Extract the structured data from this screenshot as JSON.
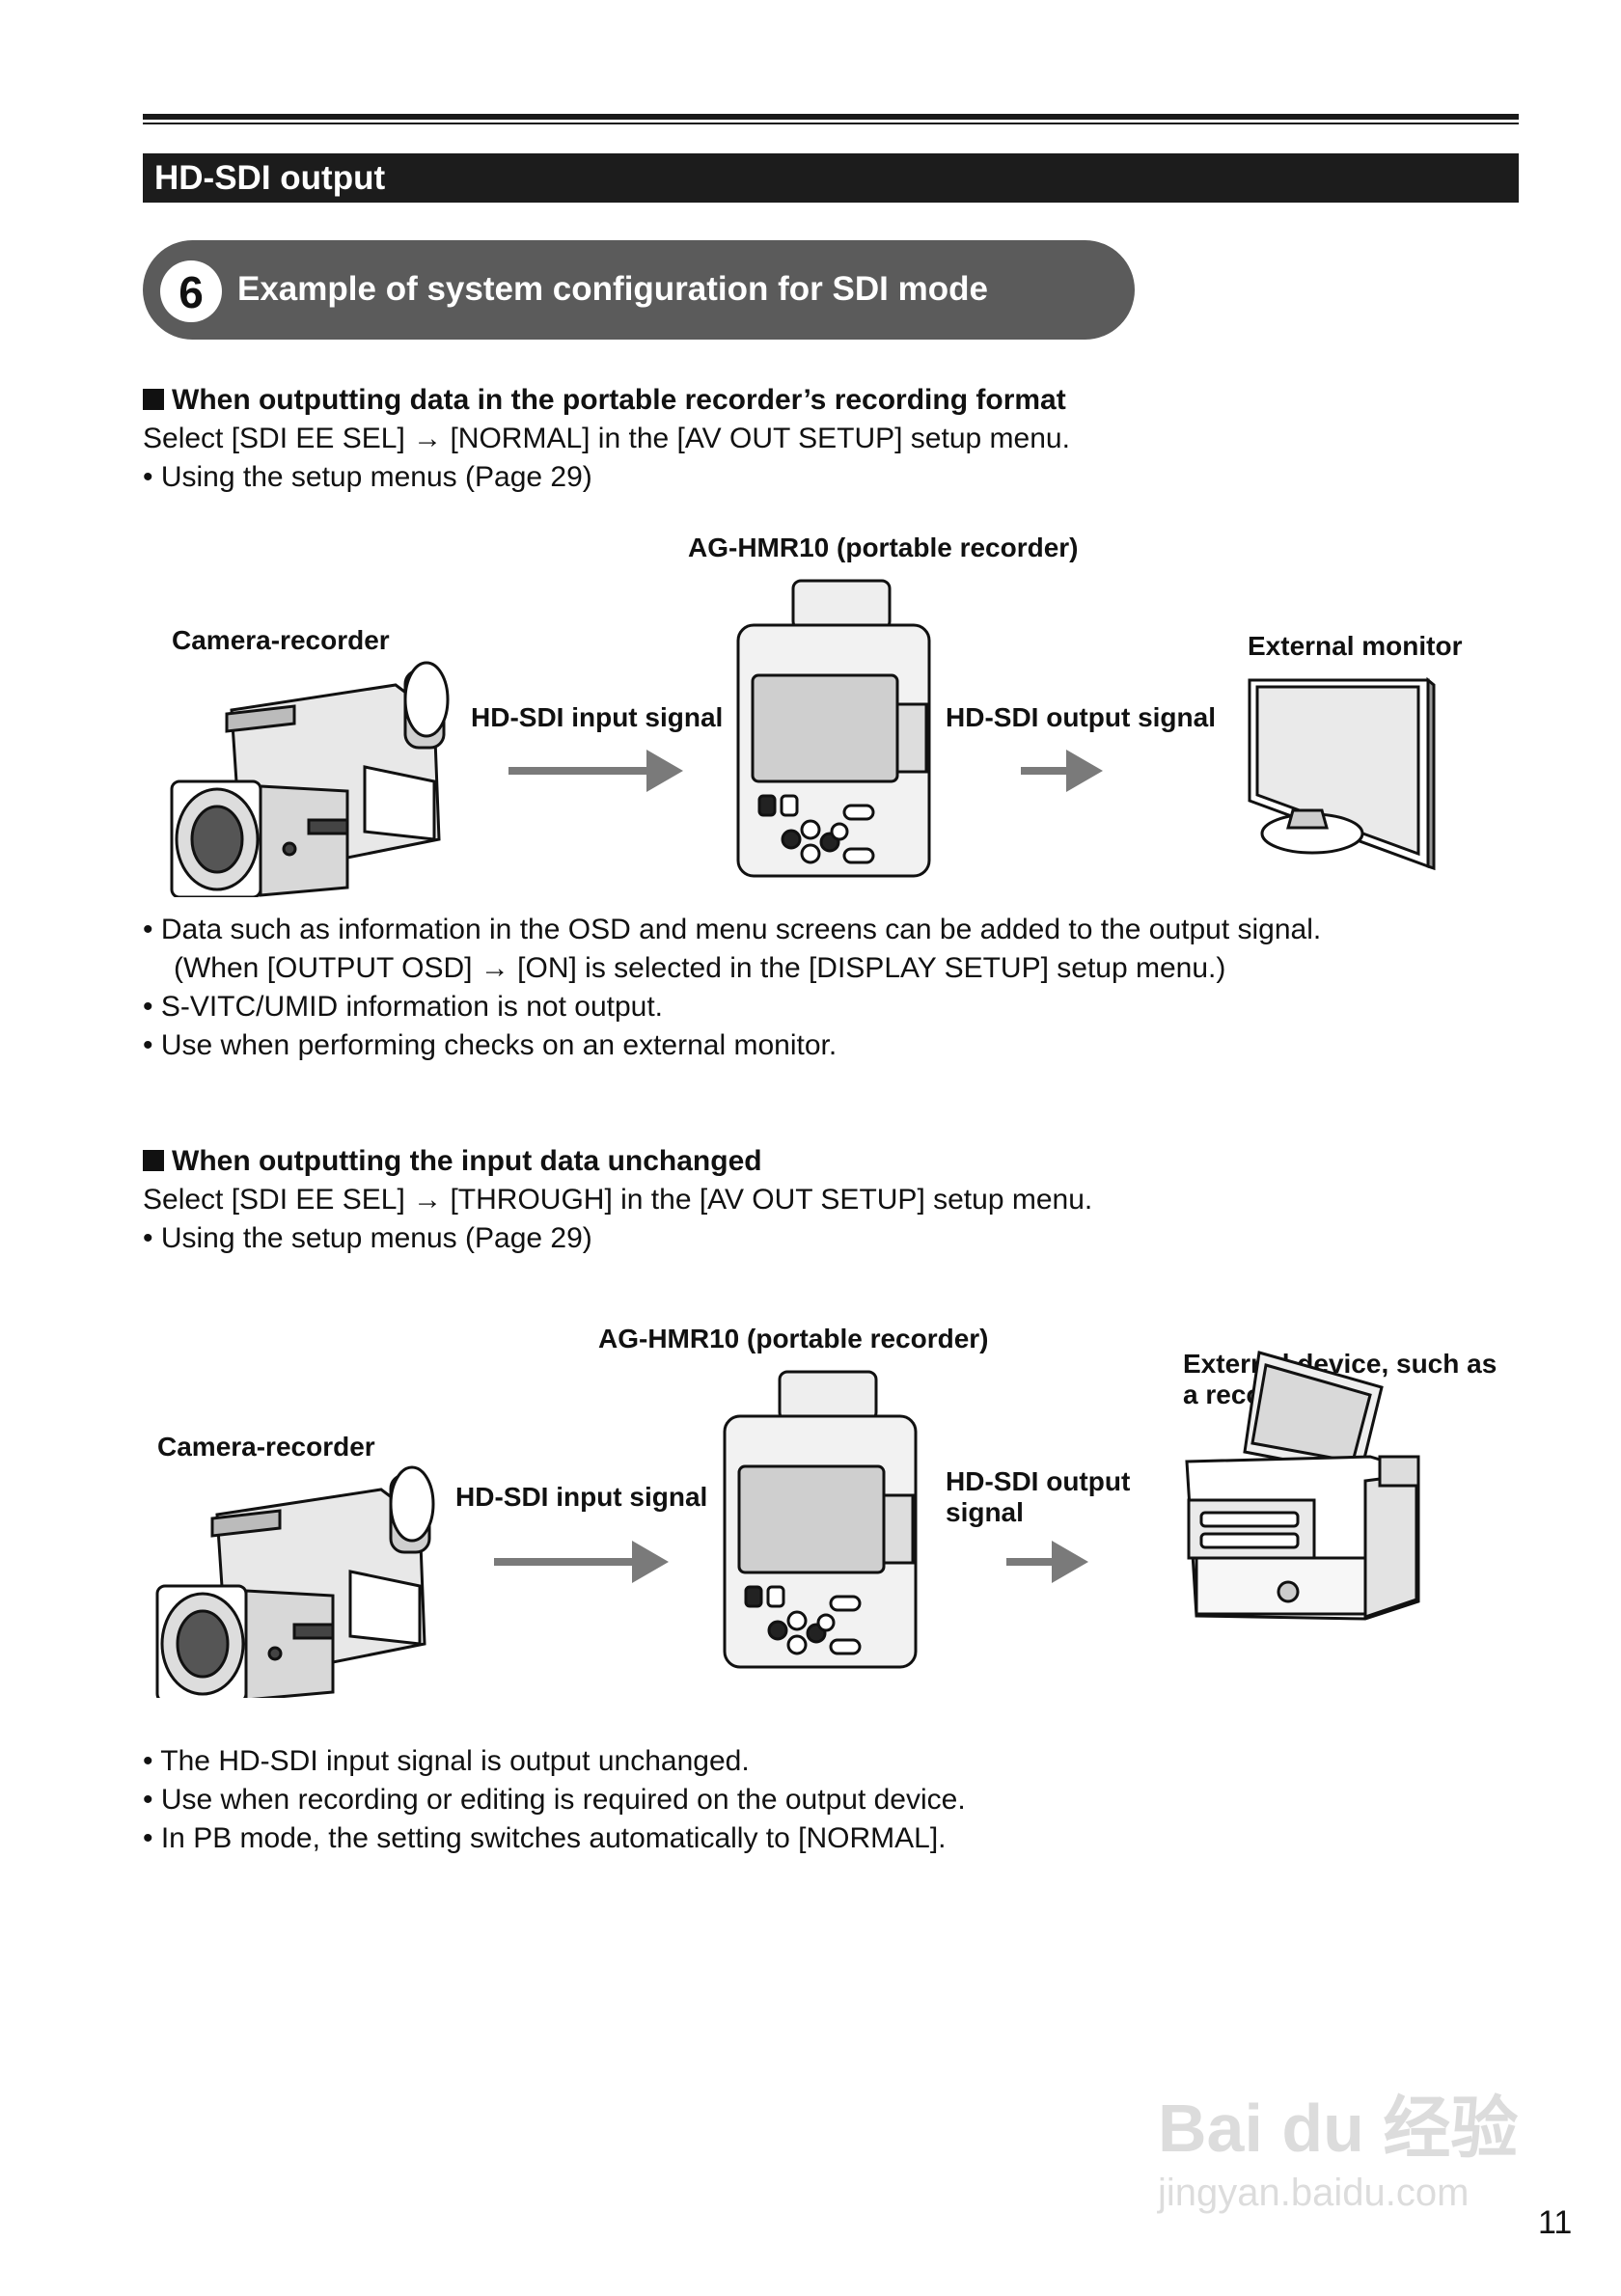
{
  "section": {
    "title": "HD-SDI output"
  },
  "step": {
    "number": "6",
    "title": "Example of system configuration for SDI mode"
  },
  "block1": {
    "heading": "When outputting data in the portable recorder’s recording format",
    "line1": "Select [SDI EE SEL] → [NORMAL] in the [AV OUT SETUP] setup menu.",
    "line2": "• Using the setup menus (Page 29)",
    "diagram": {
      "recorder": "AG-HMR10 (portable recorder)",
      "camera": "Camera-recorder",
      "dest": "External monitor",
      "input": "HD-SDI input signal",
      "output": "HD-SDI output signal"
    },
    "notes": [
      "• Data such as information in the OSD and menu screens can be added to the output signal.",
      "(When [OUTPUT OSD] → [ON] is selected in the [DISPLAY SETUP] setup menu.)",
      "• S-VITC/UMID information is not output.",
      "• Use when performing checks on an external monitor."
    ]
  },
  "block2": {
    "heading": "When outputting the input data unchanged",
    "line1": "Select [SDI EE SEL] → [THROUGH] in the [AV OUT SETUP] setup menu.",
    "line2": "• Using the setup menus (Page 29)",
    "diagram": {
      "recorder": "AG-HMR10 (portable recorder)",
      "camera": "Camera-recorder",
      "dest_line1": "External device, such as",
      "dest_line2": "a recorder",
      "input": "HD-SDI input signal",
      "output_line1": "HD-SDI output",
      "output_line2": "signal"
    },
    "notes": [
      "• The HD-SDI input signal is output unchanged.",
      "• Use when recording or editing is required on the output device.",
      "• In PB mode, the setting switches automatically to [NORMAL]."
    ]
  },
  "page_number": "11",
  "watermark": {
    "brand": "Bai du 经验",
    "url": "jingyan.baidu.com"
  }
}
